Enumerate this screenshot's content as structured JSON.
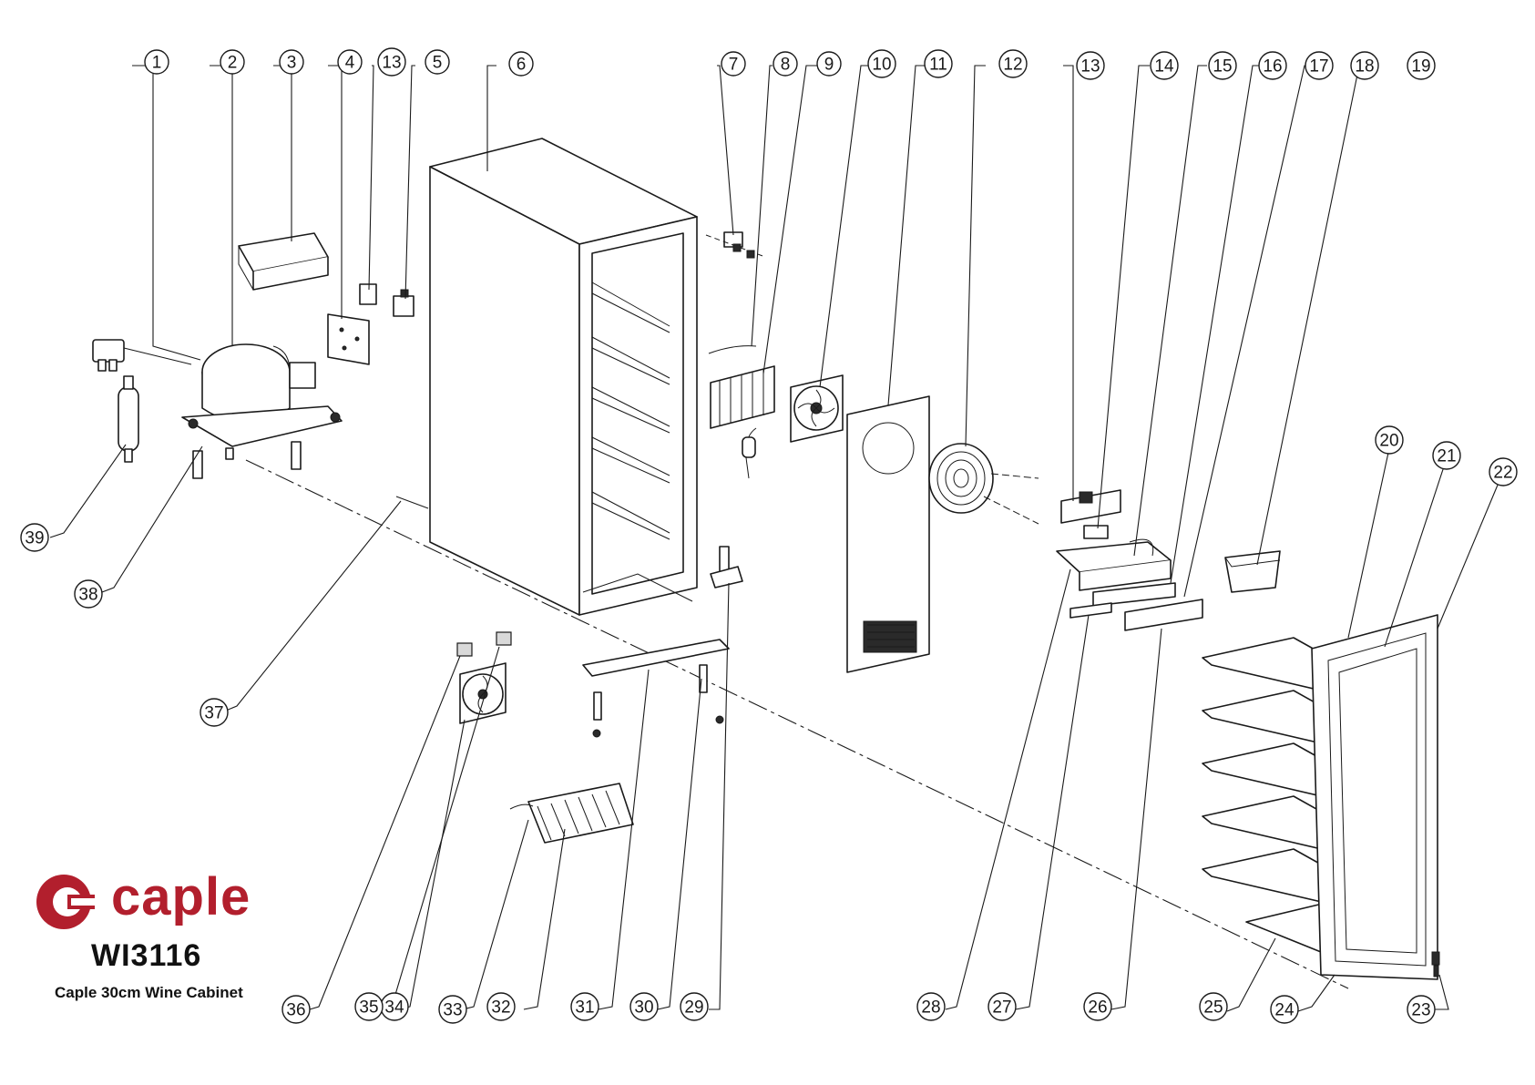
{
  "brand": {
    "name": "caple",
    "color": "#b21f2d"
  },
  "model": "WI3116",
  "caption": "Caple 30cm Wine Cabinet",
  "part_numbers": [
    "1",
    "2",
    "3",
    "4",
    "13",
    "5",
    "6",
    "7",
    "8",
    "9",
    "10",
    "11",
    "12",
    "13",
    "14",
    "15",
    "16",
    "17",
    "18",
    "19",
    "20",
    "21",
    "22",
    "23",
    "24",
    "25",
    "26",
    "27",
    "28",
    "29",
    "30",
    "31",
    "32",
    "33",
    "34",
    "35",
    "36",
    "37",
    "38",
    "39"
  ]
}
